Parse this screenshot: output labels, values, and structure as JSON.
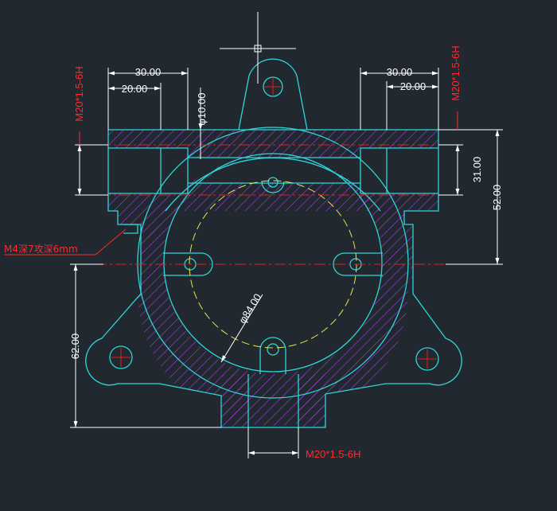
{
  "colors": {
    "background": "#212830",
    "outline": "#2fd6d6",
    "hatch": "#a23ad8",
    "dimension": "#ffffff",
    "dimension_text": "#ffffff",
    "annotation": "#ff2a2a",
    "centerline": "#e02020",
    "pitch_circle": "#e6e64a"
  },
  "dimensions": {
    "top_left_outer": "30.00",
    "top_left_inner": "20.00",
    "top_right_outer": "30.00",
    "top_right_inner": "20.00",
    "hole_diameter": "φ10.00",
    "right_thread_span": "31.00",
    "right_overall": "52.00",
    "left_overall": "62.00",
    "pitch_diameter": "φ84.00"
  },
  "annotations": {
    "thread_left": "M20*1.5-6H",
    "thread_right": "M20*1.5-6H",
    "thread_bottom": "M20*1.5-6H",
    "tapped_hole_note": "M4深7攻深6mm"
  }
}
